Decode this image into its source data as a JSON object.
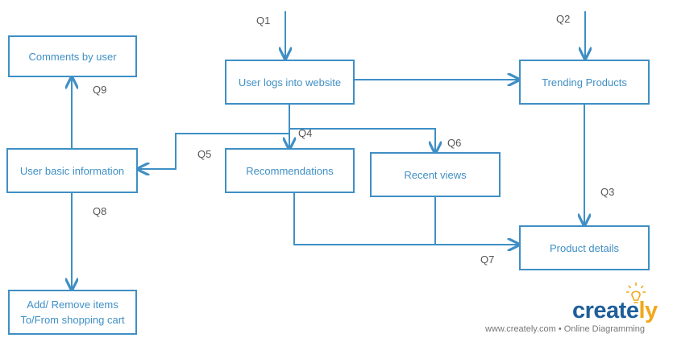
{
  "diagram": {
    "nodes": {
      "comments": "Comments by user",
      "login": "User logs into website",
      "trending": "Trending Products",
      "basic_info": "User basic information",
      "recommendations": "Recommendations",
      "recent_views": "Recent views",
      "product_details": "Product details",
      "cart": "Add/ Remove items\nTo/From shopping cart"
    },
    "labels": {
      "q1": "Q1",
      "q2": "Q2",
      "q3": "Q3",
      "q4": "Q4",
      "q5": "Q5",
      "q6": "Q6",
      "q7": "Q7",
      "q8": "Q8",
      "q9": "Q9"
    },
    "colors": {
      "stroke": "#3f8fc5",
      "label_text": "#555555"
    }
  },
  "branding": {
    "logo_prefix": "create",
    "logo_suffix": "ly",
    "tagline": "www.creately.com • Online Diagramming",
    "icon": "lightbulb-icon"
  }
}
